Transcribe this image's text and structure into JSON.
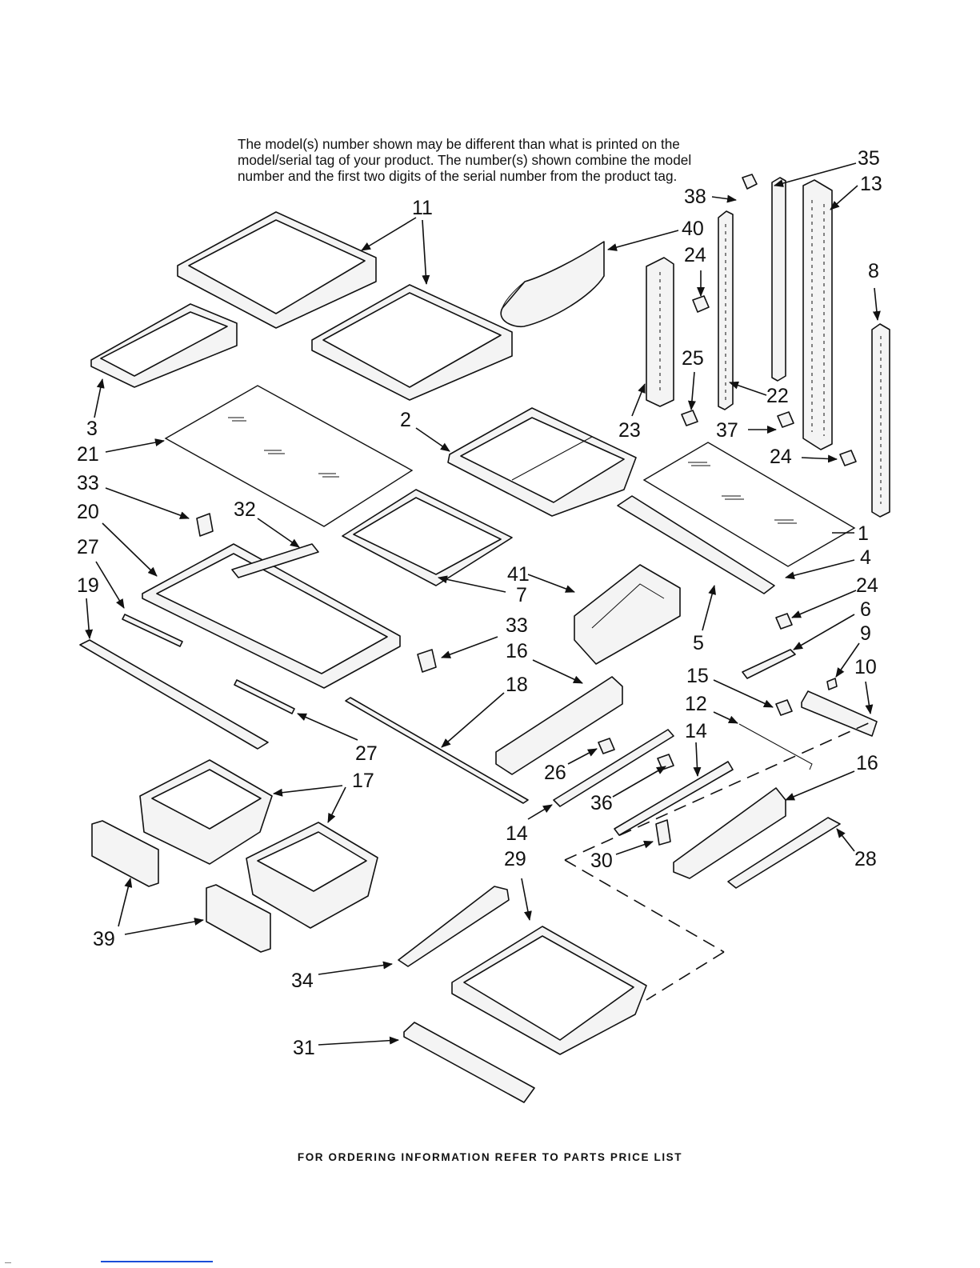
{
  "notice": {
    "line1": "The model(s) number shown may be different than what is printed on the",
    "line2": "model/serial tag of your product. The number(s) shown combine the model",
    "line3": "number and the first two digits of the serial number from the product tag."
  },
  "footer": "FOR ORDERING INFORMATION REFER TO PARTS PRICE LIST",
  "callouts": [
    "35",
    "13",
    "38",
    "40",
    "11",
    "24",
    "8",
    "25",
    "22",
    "23",
    "37",
    "3",
    "2",
    "21",
    "24",
    "33",
    "32",
    "20",
    "1",
    "27",
    "4",
    "41",
    "7",
    "19",
    "24",
    "6",
    "33",
    "9",
    "16",
    "5",
    "10",
    "15",
    "18",
    "12",
    "14",
    "27",
    "26",
    "16",
    "17",
    "36",
    "14",
    "28",
    "30",
    "29",
    "39",
    "34",
    "31"
  ]
}
